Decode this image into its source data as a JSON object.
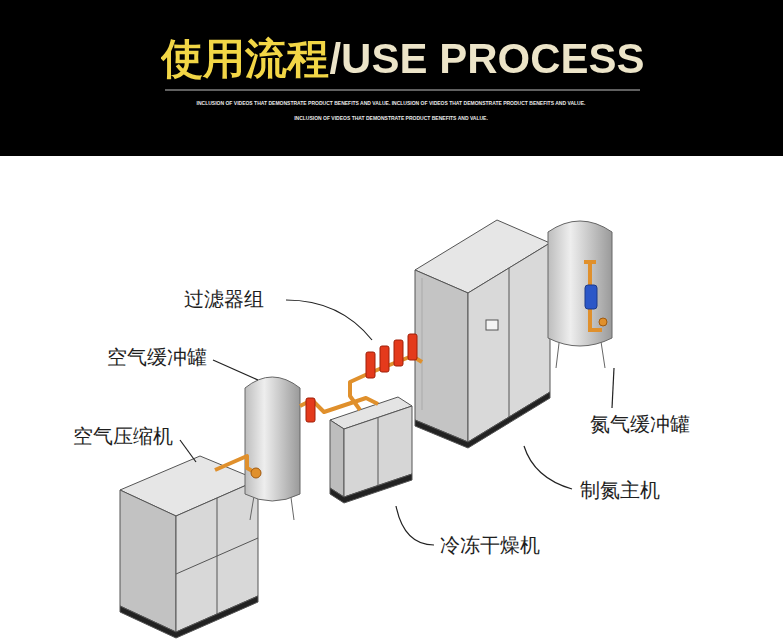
{
  "diagram": {
    "title": "使用流程/USE PROCESS",
    "labels": [
      "INCLUSION OF VIDEOS THAT DEMONSTRATE PRODUCT BENEFITS AND VALUE. INCLUSION OF VIDEOS THAT DEMONSTRATE PRODUCT BENEFITS AND VALUE.",
      "INCLUSION OF VIDEOS THAT DEMONSTRATE PRODUCT BENEFITS AND VALUE.",
      "过滤器组",
      "空气缓冲罐",
      "空气压缩机",
      "氮气缓冲罐",
      "制氮主机",
      "冷冻干燥机"
    ]
  }
}
